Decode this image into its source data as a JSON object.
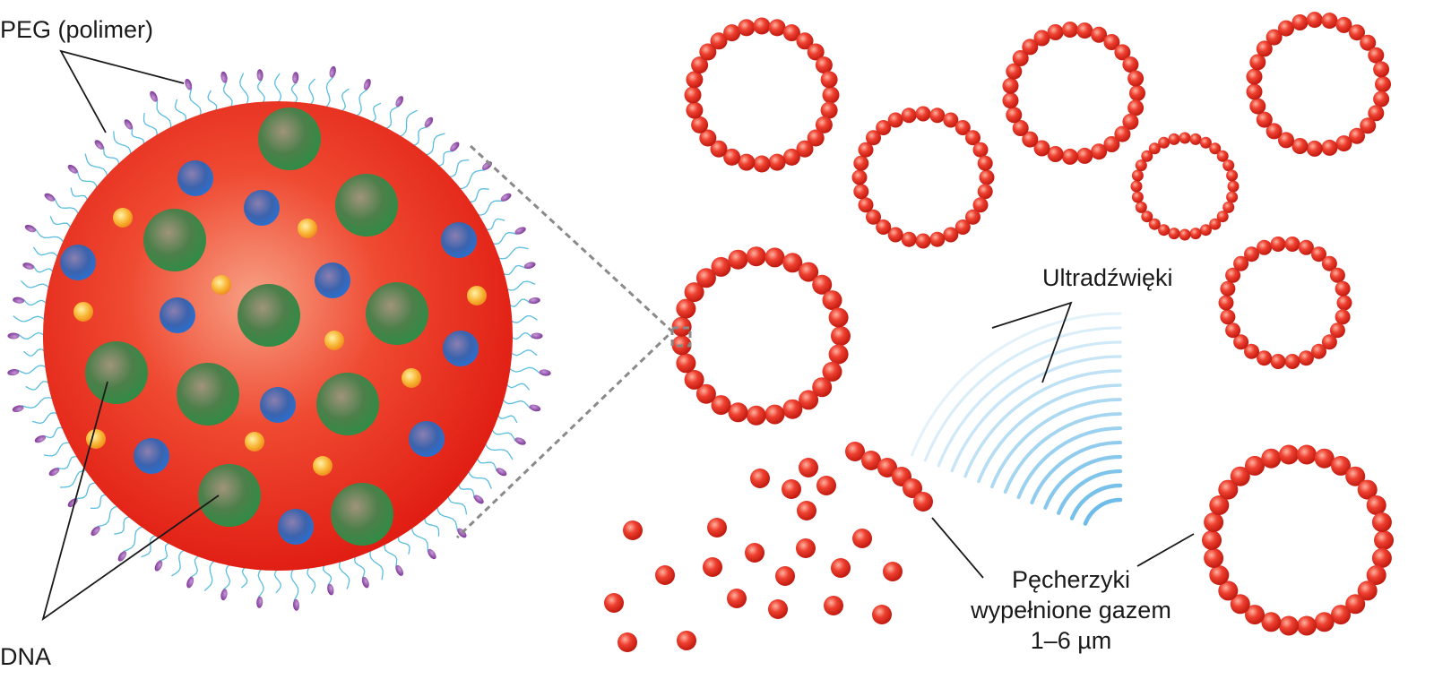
{
  "labels": {
    "peg": "PEG (polimer)",
    "dna": "DNA",
    "ultrasound": "Ultradźwięki",
    "bubbles_line1": "Pęcherzyki",
    "bubbles_line2": "wypełnione gazem",
    "bubbles_line3": "1–6 µm"
  },
  "colors": {
    "sphere": "#e8231c",
    "shell_bead": "#e8382c",
    "dna_green": "#3f8a4b",
    "blue_particle": "#3a68b8",
    "orange_particle": "#f4a21e",
    "peg_strand": "#5bbde0",
    "peg_head": "#8a3fa0",
    "ultrasound_wave": "#5cb4e6"
  }
}
